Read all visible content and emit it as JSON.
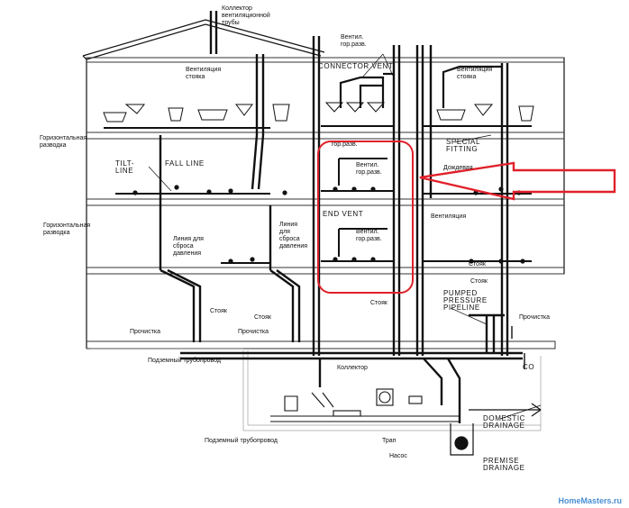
{
  "labels": {
    "kollektor_vent": "Коллектор\nвентиляционной\nтрубы",
    "ventil_gor_top": "Вентил.\nгор.разв.",
    "connector_vent": "CONNECTOR VENT",
    "ventilyatsiya_stoyaka_left": "Вентиляция\nстояка",
    "ventilyatsiya_stoyaka_right": "Вентиляция\nстояка",
    "gor_razvodka_1": "Горизонтальная\nразводка",
    "gor_razv_small": "гор.разв.",
    "special_fitting": "SPECIAL\nFITTING",
    "tilt_line": "TILT-\nLINE",
    "fall_line": "FALL LINE",
    "ventil_gor_mid": "Вентил.\nгор.разв.",
    "dozhdevaya": "Дождевая",
    "end_vent": "END VENT",
    "ventilyatsiya_right": "Вентиляция",
    "gor_razvodka_2": "Горизонтальная\nразводка",
    "liniya_sbrosa_1": "Линия для\nсброса\nдавления",
    "liniya_sbrosa_2": "Линия\nдля\nсброса\nдавления",
    "ventil_gor_low": "Вентил.\nгор.разв.",
    "stoyak_right_1": "Стояк",
    "stoyak_right_2": "Стояк",
    "pumped_pressure": "PUMPED\nPRESSURE\nPIPELINE",
    "stoyak_left": "Стояк",
    "stoyak_mid": "Стояк",
    "prochistka_left": "Прочистка",
    "prochistka_mid": "Прочистка",
    "prochistka_right": "Прочистка",
    "podzemny_1": "Подземный трубопровод",
    "kollektor": "Коллектор",
    "co": "CO",
    "domestic_drainage": "DOMESTIC\nDRAINAGE",
    "podzemny_2": "Подземный трубопровод",
    "trap": "Трап",
    "nasos": "Насос",
    "premise_drainage": "PREMISE\nDRAINAGE",
    "watermark": "HomeMasters.ru"
  },
  "colors": {
    "pipe": "#111111",
    "slab": "#444444",
    "highlight": "#e0202a",
    "watermark": "#4a8fd4"
  }
}
